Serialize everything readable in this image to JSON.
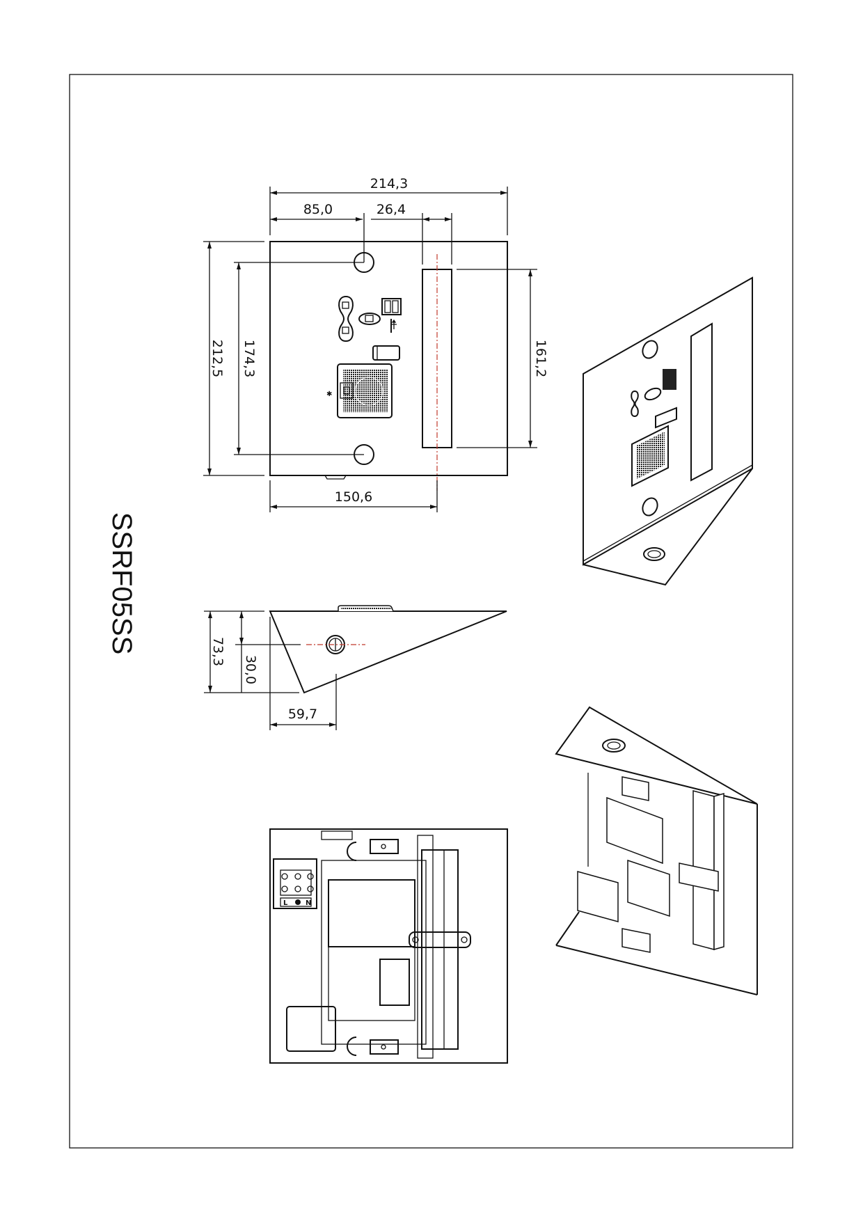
{
  "title": "SSRF05SS",
  "front_view": {
    "dims": {
      "overall_width": "214,3",
      "hole_offset": "85,0",
      "slot_width": "26,4",
      "overall_height": "212,5",
      "hole_spacing": "174,3",
      "slot_height": "161,2",
      "slot_offset": "150,6"
    }
  },
  "side_view": {
    "dims": {
      "depth_height": "73,3",
      "screw_offset": "30,0",
      "bottom_offset": "59,7"
    }
  },
  "rear_view": {
    "terminal_labels": [
      "L",
      "N"
    ]
  },
  "colors": {
    "line": "#111111",
    "centerline": "#c0392b"
  }
}
